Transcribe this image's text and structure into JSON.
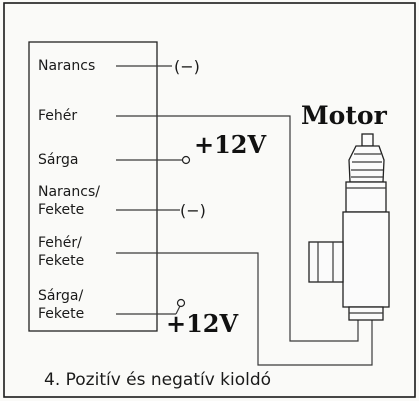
{
  "wires": [
    {
      "id": "narancs",
      "label": "Narancs",
      "terminal": "(−)"
    },
    {
      "id": "feher",
      "label": "Fehér"
    },
    {
      "id": "sarga",
      "label": "Sárga",
      "terminal": "+12V"
    },
    {
      "id": "narancs-fekete",
      "label_lines": [
        "Narancs/",
        "Fekete"
      ],
      "terminal": "(−)"
    },
    {
      "id": "feher-fekete",
      "label_lines": [
        "Fehér/",
        "Fekete"
      ]
    },
    {
      "id": "sarga-fekete",
      "label_lines": [
        "Sárga/",
        "Fekete"
      ],
      "terminal": "+12V"
    }
  ],
  "motor": {
    "label": "Motor"
  },
  "caption": "4. Pozitív és negatív kioldó"
}
